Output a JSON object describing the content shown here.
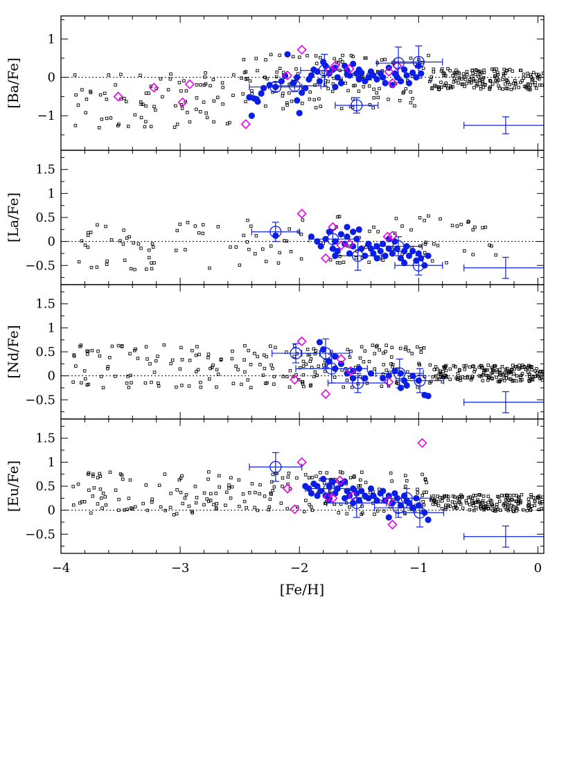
{
  "chart_data": {
    "type": "scatter",
    "xlabel": "[Fe/H]",
    "xlim": [
      -4.0,
      0.05
    ],
    "x_ticks": [
      -4,
      -3,
      -2,
      -1,
      0
    ],
    "x_tick_labels": [
      "−4",
      "−3",
      "−2",
      "−1",
      "0"
    ],
    "colors": {
      "field": "#000000",
      "sample": "#0a1ee6",
      "diamond": "#e600e6",
      "open": "#0a1ee6",
      "zero_line": "#000000"
    },
    "panels": [
      {
        "ylabel": "[Ba/Fe]",
        "ylim": [
          -1.9,
          1.6
        ],
        "y_ticks": [
          -1,
          0,
          1
        ],
        "y_tick_labels": [
          "−1",
          "0",
          "1"
        ],
        "typical_error": {
          "x": -0.27,
          "y": -1.25,
          "xerr": 0.35,
          "yerr": 0.22
        },
        "filled": [
          [
            -2.42,
            -0.52
          ],
          [
            -2.38,
            -0.55
          ],
          [
            -2.36,
            -0.57
          ],
          [
            -2.35,
            -0.63
          ],
          [
            -2.32,
            -0.42
          ],
          [
            -2.3,
            -0.28
          ],
          [
            -2.25,
            -0.2
          ],
          [
            -2.2,
            -0.25
          ],
          [
            -2.15,
            -0.1
          ],
          [
            -2.12,
            0.04
          ],
          [
            -2.1,
            0.6
          ],
          [
            -2.05,
            -0.15
          ],
          [
            -2.02,
            -0.6
          ],
          [
            -2.0,
            -0.93
          ],
          [
            -1.98,
            -0.4
          ],
          [
            -1.95,
            -0.28
          ],
          [
            -1.9,
            0.05
          ],
          [
            -1.88,
            0.2
          ],
          [
            -1.85,
            0.15
          ],
          [
            -1.83,
            -0.1
          ],
          [
            -1.8,
            0.4
          ],
          [
            -1.78,
            0.3
          ],
          [
            -1.75,
            0.1
          ],
          [
            -1.72,
            0.2
          ],
          [
            -1.7,
            0.25
          ],
          [
            -1.68,
            0.0
          ],
          [
            -1.65,
            -0.15
          ],
          [
            -1.62,
            0.3
          ],
          [
            -1.6,
            0.18
          ],
          [
            -1.58,
            0.05
          ],
          [
            -1.55,
            0.35
          ],
          [
            -1.52,
            0.1
          ],
          [
            -1.5,
            -0.05
          ],
          [
            -1.48,
            0.12
          ],
          [
            -1.45,
            -0.1
          ],
          [
            -1.42,
            0.0
          ],
          [
            -1.4,
            0.15
          ],
          [
            -1.38,
            0.05
          ],
          [
            -1.35,
            -0.05
          ],
          [
            -1.32,
            0.1
          ],
          [
            -1.3,
            0.0
          ],
          [
            -1.28,
            -0.15
          ],
          [
            -1.25,
            0.25
          ],
          [
            -1.22,
            -0.2
          ],
          [
            -1.2,
            0.1
          ],
          [
            -1.18,
            0.0
          ],
          [
            -1.15,
            -0.1
          ],
          [
            -1.12,
            0.2
          ],
          [
            -1.1,
            0.05
          ],
          [
            -1.08,
            -0.15
          ],
          [
            -1.05,
            0.12
          ],
          [
            -1.02,
            0.0
          ],
          [
            -1.0,
            0.3
          ],
          [
            -0.98,
            0.1
          ],
          [
            -2.4,
            -1.0
          ],
          [
            -2.02,
            0.0
          ],
          [
            -1.6,
            0.08
          ],
          [
            -1.7,
            -0.25
          ],
          [
            -1.92,
            -0.05
          ],
          [
            -1.5,
            0.2
          ]
        ],
        "diamonds": [
          [
            -3.52,
            -0.5
          ],
          [
            -3.22,
            -0.27
          ],
          [
            -2.92,
            -0.18
          ],
          [
            -2.98,
            -0.65
          ],
          [
            -2.45,
            -1.22
          ],
          [
            -2.1,
            0.05
          ],
          [
            -1.98,
            0.72
          ],
          [
            -1.75,
            0.18
          ],
          [
            -1.7,
            0.3
          ],
          [
            -1.58,
            0.22
          ],
          [
            -1.25,
            0.15
          ],
          [
            -1.22,
            -0.15
          ],
          [
            -1.18,
            0.3
          ]
        ],
        "open": [
          {
            "x": -2.2,
            "y": -0.25,
            "xerr": 0.22,
            "yerr": 0.12
          },
          {
            "x": -2.04,
            "y": -0.22,
            "xerr": 0.22,
            "yerr": 0.15
          },
          {
            "x": -1.79,
            "y": 0.18,
            "xerr": 0.2,
            "yerr": 0.42
          },
          {
            "x": -1.52,
            "y": -0.73,
            "xerr": 0.18,
            "yerr": 0.2
          },
          {
            "x": -1.17,
            "y": 0.37,
            "xerr": 0.18,
            "yerr": 0.42
          },
          {
            "x": -1.0,
            "y": 0.4,
            "xerr": 0.2,
            "yerr": 0.42
          }
        ]
      },
      {
        "ylabel": "[La/Fe]",
        "ylim": [
          -0.9,
          1.9
        ],
        "y_ticks": [
          -0.5,
          0,
          0.5,
          1,
          1.5
        ],
        "y_tick_labels": [
          "−0.5",
          "0",
          "0.5",
          "1",
          "1.5"
        ],
        "typical_error": {
          "x": -0.27,
          "y": -0.55,
          "xerr": 0.35,
          "yerr": 0.22
        },
        "filled": [
          [
            -2.2,
            0.12
          ],
          [
            -1.9,
            0.1
          ],
          [
            -1.85,
            0.0
          ],
          [
            -1.82,
            -0.1
          ],
          [
            -1.78,
            0.05
          ],
          [
            -1.75,
            0.2
          ],
          [
            -1.72,
            -0.15
          ],
          [
            -1.7,
            0.0
          ],
          [
            -1.68,
            -0.2
          ],
          [
            -1.65,
            0.15
          ],
          [
            -1.62,
            -0.05
          ],
          [
            -1.6,
            0.1
          ],
          [
            -1.58,
            -0.25
          ],
          [
            -1.55,
            -0.1
          ],
          [
            -1.52,
            0.05
          ],
          [
            -1.5,
            0.25
          ],
          [
            -1.48,
            -0.15
          ],
          [
            -1.45,
            -0.3
          ],
          [
            -1.42,
            -0.05
          ],
          [
            -1.4,
            -0.15
          ],
          [
            -1.38,
            -0.25
          ],
          [
            -1.35,
            -0.1
          ],
          [
            -1.32,
            -0.2
          ],
          [
            -1.3,
            -0.05
          ],
          [
            -1.28,
            -0.3
          ],
          [
            -1.25,
            -0.15
          ],
          [
            -1.22,
            -0.25
          ],
          [
            -1.2,
            0.0
          ],
          [
            -1.18,
            -0.15
          ],
          [
            -1.15,
            -0.35
          ],
          [
            -1.12,
            -0.2
          ],
          [
            -1.1,
            -0.1
          ],
          [
            -1.08,
            -0.3
          ],
          [
            -1.05,
            -0.2
          ],
          [
            -1.02,
            -0.4
          ],
          [
            -1.0,
            -0.25
          ],
          [
            -0.98,
            -0.35
          ],
          [
            -0.95,
            -0.5
          ],
          [
            -0.92,
            -0.3
          ],
          [
            -1.6,
            0.3
          ],
          [
            -1.7,
            -0.3
          ],
          [
            -1.55,
            0.2
          ],
          [
            -1.12,
            -0.45
          ],
          [
            -1.25,
            0.05
          ],
          [
            -1.35,
            -0.35
          ]
        ],
        "diamonds": [
          [
            -1.98,
            0.58
          ],
          [
            -1.78,
            -0.35
          ],
          [
            -1.72,
            0.3
          ],
          [
            -1.65,
            -0.08
          ],
          [
            -1.58,
            -0.05
          ],
          [
            -1.26,
            0.1
          ],
          [
            -1.22,
            0.12
          ]
        ],
        "open": [
          {
            "x": -2.2,
            "y": 0.2,
            "xerr": 0.2,
            "yerr": 0.2
          },
          {
            "x": -1.72,
            "y": 0.05,
            "xerr": 0.2,
            "yerr": 0.2
          },
          {
            "x": -1.51,
            "y": -0.3,
            "xerr": 0.2,
            "yerr": 0.3
          },
          {
            "x": -1.17,
            "y": -0.1,
            "xerr": 0.2,
            "yerr": 0.2
          },
          {
            "x": -1.0,
            "y": -0.5,
            "xerr": 0.2,
            "yerr": 0.2
          }
        ]
      },
      {
        "ylabel": "[Nd/Fe]",
        "ylim": [
          -0.9,
          1.9
        ],
        "y_ticks": [
          -0.5,
          0,
          0.5,
          1,
          1.5
        ],
        "y_tick_labels": [
          "−0.5",
          "0",
          "0.5",
          "1",
          "1.5"
        ],
        "typical_error": {
          "x": -0.27,
          "y": -0.55,
          "xerr": 0.35,
          "yerr": 0.22
        },
        "filled": [
          [
            -1.83,
            0.7
          ],
          [
            -1.8,
            0.55
          ],
          [
            -1.75,
            0.3
          ],
          [
            -1.7,
            0.15
          ],
          [
            -1.65,
            0.25
          ],
          [
            -1.6,
            0.05
          ],
          [
            -1.55,
            0.1
          ],
          [
            -1.5,
            0.15
          ],
          [
            -1.45,
            -0.05
          ],
          [
            -1.4,
            0.05
          ],
          [
            -1.3,
            -0.05
          ],
          [
            -1.25,
            0.0
          ],
          [
            -1.2,
            0.1
          ],
          [
            -1.15,
            0.05
          ],
          [
            -1.12,
            -0.1
          ],
          [
            -1.1,
            -0.2
          ],
          [
            -1.05,
            0.0
          ],
          [
            -1.0,
            -0.1
          ],
          [
            -0.95,
            -0.4
          ],
          [
            -0.92,
            -0.42
          ],
          [
            -1.15,
            -0.25
          ],
          [
            -1.55,
            -0.05
          ],
          [
            -1.7,
            0.4
          ]
        ],
        "diamonds": [
          [
            -1.98,
            0.72
          ],
          [
            -2.04,
            -0.08
          ],
          [
            -1.78,
            -0.38
          ],
          [
            -1.65,
            0.35
          ],
          [
            -1.57,
            0.1
          ],
          [
            -1.25,
            -0.13
          ]
        ],
        "open": [
          {
            "x": -2.03,
            "y": 0.47,
            "xerr": 0.2,
            "yerr": 0.2
          },
          {
            "x": -1.78,
            "y": 0.47,
            "xerr": 0.2,
            "yerr": 0.3
          },
          {
            "x": -1.51,
            "y": -0.15,
            "xerr": 0.25,
            "yerr": 0.2
          },
          {
            "x": -1.16,
            "y": 0.05,
            "xerr": 0.2,
            "yerr": 0.3
          },
          {
            "x": -0.99,
            "y": -0.1,
            "xerr": 0.2,
            "yerr": 0.25
          },
          {
            "x": -1.73,
            "y": 0.15,
            "xerr": 0.3,
            "yerr": 0.3
          }
        ]
      },
      {
        "ylabel": "[Eu/Fe]",
        "ylim": [
          -0.9,
          1.9
        ],
        "y_ticks": [
          -0.5,
          0,
          0.5,
          1,
          1.5
        ],
        "y_tick_labels": [
          "−0.5",
          "0",
          "0.5",
          "1",
          "1.5"
        ],
        "typical_error": {
          "x": -0.27,
          "y": -0.55,
          "xerr": 0.35,
          "yerr": 0.22
        },
        "filled": [
          [
            -1.95,
            0.5
          ],
          [
            -1.92,
            0.45
          ],
          [
            -1.9,
            0.35
          ],
          [
            -1.88,
            0.55
          ],
          [
            -1.85,
            0.5
          ],
          [
            -1.82,
            0.4
          ],
          [
            -1.8,
            0.65
          ],
          [
            -1.78,
            0.3
          ],
          [
            -1.75,
            0.5
          ],
          [
            -1.72,
            0.6
          ],
          [
            -1.7,
            0.35
          ],
          [
            -1.68,
            0.45
          ],
          [
            -1.65,
            0.55
          ],
          [
            -1.62,
            0.25
          ],
          [
            -1.6,
            0.4
          ],
          [
            -1.58,
            0.3
          ],
          [
            -1.55,
            0.45
          ],
          [
            -1.52,
            0.35
          ],
          [
            -1.5,
            0.2
          ],
          [
            -1.48,
            0.4
          ],
          [
            -1.45,
            0.3
          ],
          [
            -1.42,
            0.25
          ],
          [
            -1.4,
            0.45
          ],
          [
            -1.38,
            0.3
          ],
          [
            -1.35,
            0.2
          ],
          [
            -1.32,
            0.35
          ],
          [
            -1.3,
            0.4
          ],
          [
            -1.28,
            0.2
          ],
          [
            -1.25,
            0.3
          ],
          [
            -1.22,
            0.15
          ],
          [
            -1.2,
            0.35
          ],
          [
            -1.18,
            0.25
          ],
          [
            -1.15,
            0.1
          ],
          [
            -1.12,
            0.3
          ],
          [
            -1.1,
            0.2
          ],
          [
            -1.08,
            0.15
          ],
          [
            -1.05,
            0.05
          ],
          [
            -1.02,
            0.25
          ],
          [
            -1.0,
            0.1
          ],
          [
            -0.95,
            -0.05
          ],
          [
            -0.92,
            -0.2
          ],
          [
            -1.25,
            -0.15
          ],
          [
            -1.62,
            0.6
          ],
          [
            -1.55,
            0.15
          ],
          [
            -1.75,
            0.22
          ],
          [
            -1.85,
            0.3
          ]
        ],
        "diamonds": [
          [
            -2.1,
            0.45
          ],
          [
            -2.04,
            0.02
          ],
          [
            -1.98,
            1.0
          ],
          [
            -1.76,
            0.28
          ],
          [
            -1.72,
            0.25
          ],
          [
            -1.66,
            0.62
          ],
          [
            -1.55,
            0.3
          ],
          [
            -1.25,
            0.2
          ],
          [
            -1.22,
            -0.3
          ],
          [
            -0.97,
            1.4
          ]
        ],
        "open": [
          {
            "x": -2.2,
            "y": 0.9,
            "xerr": 0.22,
            "yerr": 0.3
          },
          {
            "x": -1.75,
            "y": 0.45,
            "xerr": 0.2,
            "yerr": 0.2
          },
          {
            "x": -1.52,
            "y": 0.15,
            "xerr": 0.25,
            "yerr": 0.3
          },
          {
            "x": -1.17,
            "y": 0.05,
            "xerr": 0.2,
            "yerr": 0.2
          },
          {
            "x": -0.99,
            "y": -0.05,
            "xerr": 0.2,
            "yerr": 0.3
          },
          {
            "x": -1.1,
            "y": 0.25,
            "xerr": 0.2,
            "yerr": 0.2
          }
        ]
      }
    ]
  }
}
